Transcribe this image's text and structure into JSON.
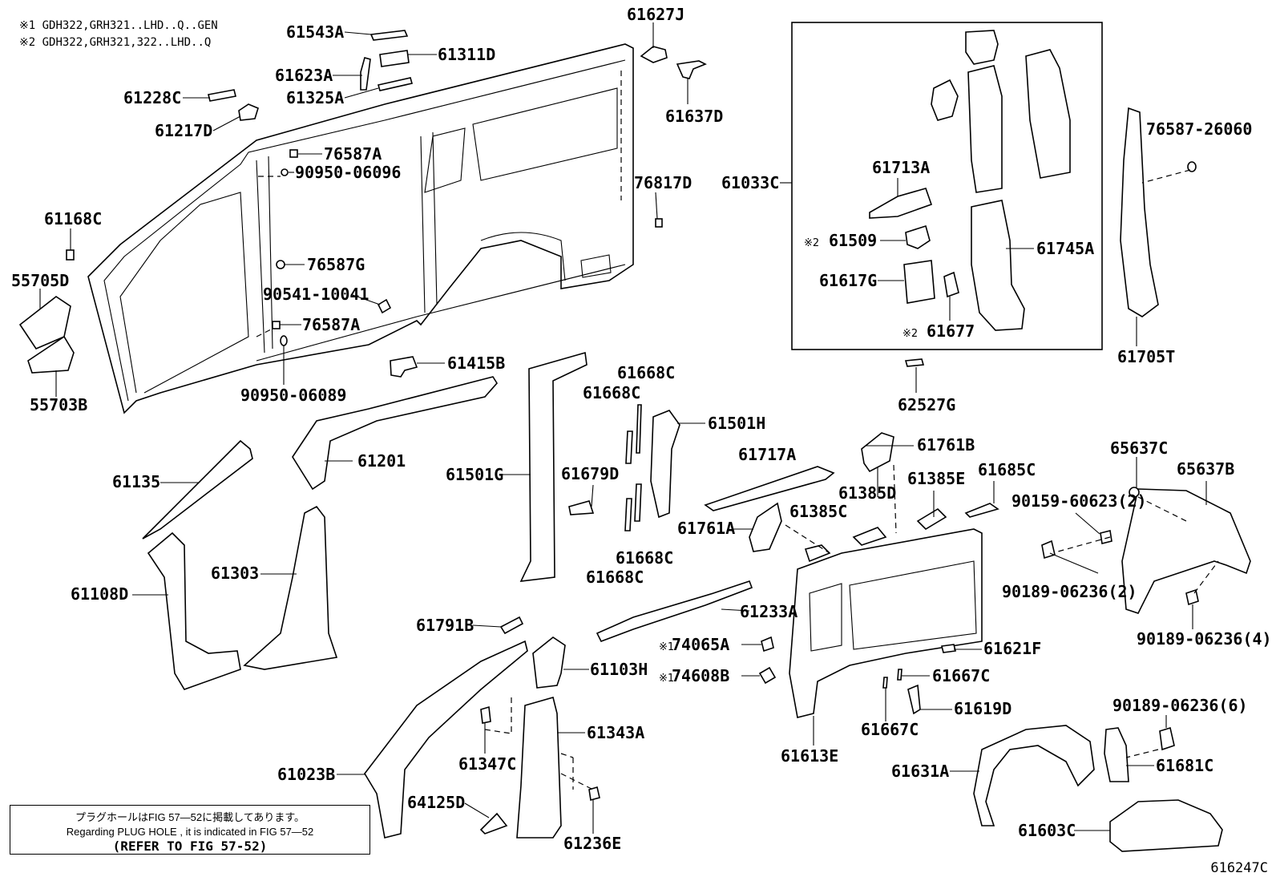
{
  "footnotes": [
    "※1 GDH322,GRH321..LHD..Q..GEN",
    "※2 GDH322,GRH321,322..LHD..Q"
  ],
  "reference_note": {
    "japanese": "プラグホールはFIG 57—52に掲載してあります。",
    "english": "Regarding PLUG HOLE , it is indicated in FIG 57—52",
    "refer": "(REFER TO FIG 57-52)"
  },
  "figure_code": "616247C",
  "part_labels": [
    "61543A",
    "61311D",
    "61623A",
    "61325A",
    "61228C",
    "61217D",
    "61627J",
    "61637D",
    "76587A",
    "90950-06096",
    "76817D",
    "61168C",
    "55705D",
    "55703B",
    "76587G",
    "90541-10041",
    "76587A",
    "90950-06089",
    "61415B",
    "61033C",
    "61713A",
    "61509",
    "61617G",
    "61677",
    "61745A",
    "76587-26060",
    "61705T",
    "62527G",
    "61135",
    "61201",
    "61501G",
    "61668C",
    "61668C",
    "61501H",
    "61679D",
    "61668C",
    "61668C",
    "61717A",
    "61761B",
    "61385E",
    "61685C",
    "65637C",
    "65637B",
    "61108D",
    "61303",
    "61761A",
    "61385C",
    "61385D",
    "90159-60623(2)",
    "90189-06236(2)",
    "61233A",
    "61791B",
    "74065A",
    "74608B",
    "61103H",
    "61621F",
    "90189-06236(4)",
    "61667C",
    "61619D",
    "61667C",
    "61347C",
    "61343A",
    "61613E",
    "90189-06236(6)",
    "61023B",
    "61631A",
    "61681C",
    "64125D",
    "61236E",
    "61603C"
  ],
  "footnote_marks": [
    "※2",
    "※2",
    "※1",
    "※1"
  ]
}
